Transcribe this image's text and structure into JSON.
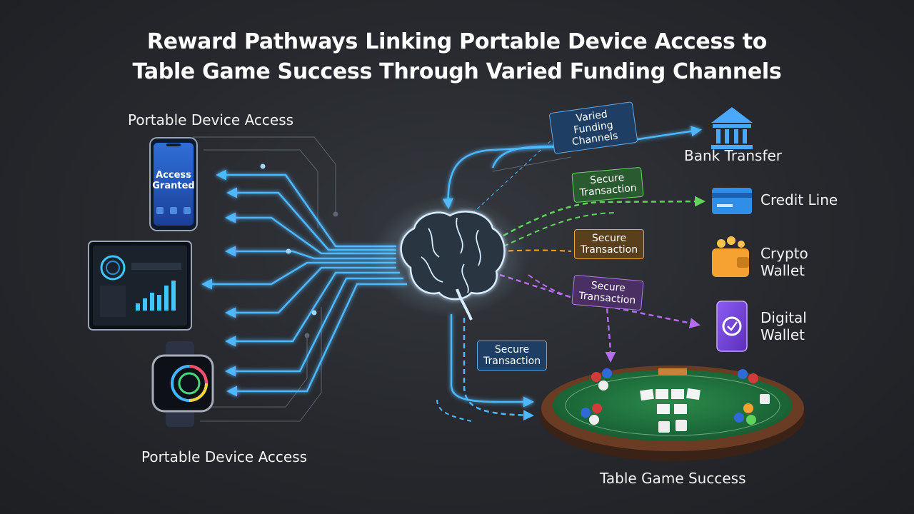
{
  "title": {
    "line1": "Reward Pathways Linking Portable Device Access to",
    "line2": "Table Game Success Through Varied Funding Channels"
  },
  "labels": {
    "devices_top": "Portable Device Access",
    "devices_bottom": "Portable Device Access",
    "table_game": "Table Game Success"
  },
  "phone_screen": {
    "line1": "Access",
    "line2": "Granted"
  },
  "funding": {
    "bank": "Bank Transfer",
    "credit": "Credit Line",
    "crypto_line1": "Crypto",
    "crypto_line2": "Wallet",
    "digital_line1": "Digital",
    "digital_line2": "Wallet"
  },
  "tags": {
    "varied_line1": "Varied Funding",
    "varied_line2": "Channels",
    "secure_line1": "Secure",
    "secure_line2": "Transaction"
  },
  "colors": {
    "blue": "#4db8ff",
    "green": "#5fd35a",
    "orange": "#f5a233",
    "purple": "#b66bf0",
    "felt": "#1f6b3a",
    "rail": "#5a3420"
  },
  "icons": [
    "bank-icon",
    "credit-card-icon",
    "crypto-wallet-icon",
    "digital-wallet-icon",
    "brain-icon",
    "smartphone-icon",
    "tablet-icon",
    "smartwatch-icon"
  ]
}
